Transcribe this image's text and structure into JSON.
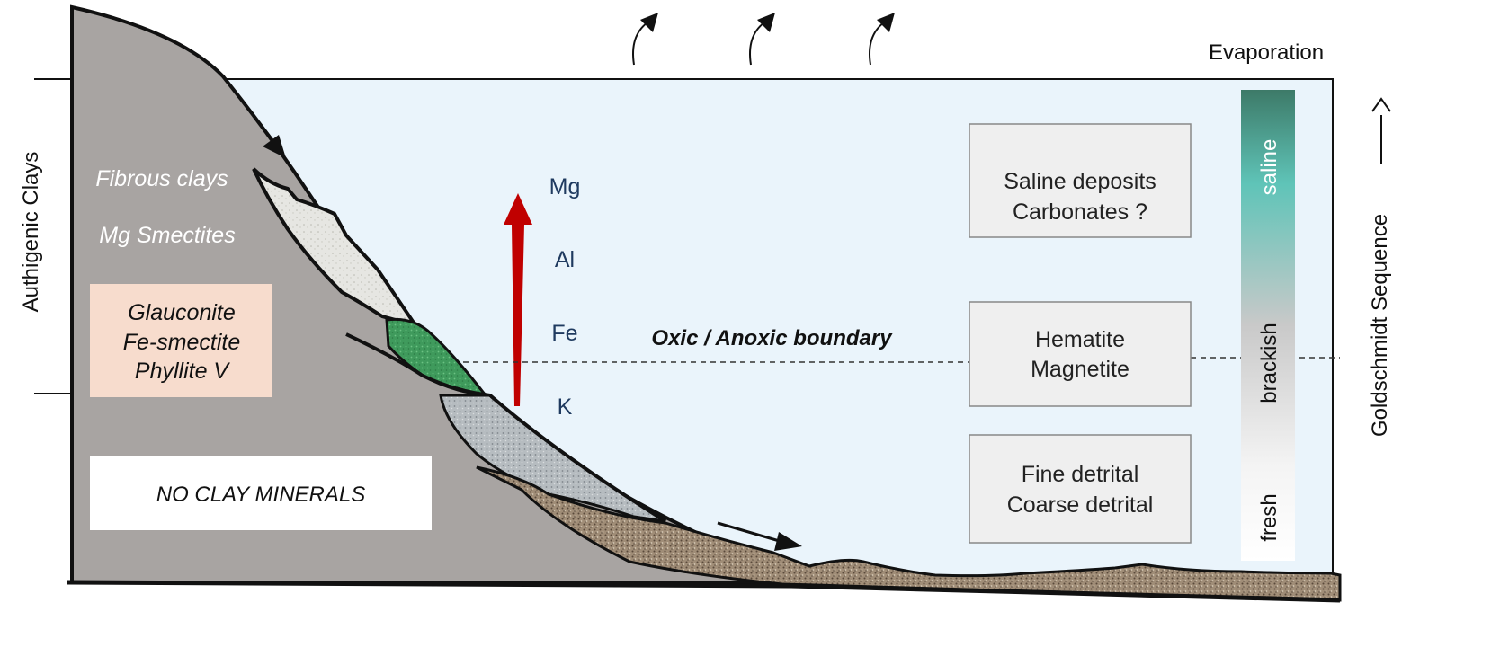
{
  "header": {
    "evaporation": "Evaporation"
  },
  "left_axis": {
    "label": "Authigenic Clays"
  },
  "right_axis": {
    "label": "Goldschmidt Sequence"
  },
  "clay_labels": {
    "fibrous": "Fibrous clays",
    "mg_smectites": "Mg Smectites",
    "glauconite_box": [
      "Glauconite",
      "Fe-smectite",
      "Phyllite V"
    ],
    "no_clay": "NO CLAY MINERALS"
  },
  "elements": [
    "Mg",
    "Al",
    "Fe",
    "K"
  ],
  "boundary": {
    "label": "Oxic / Anoxic boundary"
  },
  "deposit_boxes": [
    {
      "lines": [
        "Saline deposits",
        "Carbonates ?"
      ]
    },
    {
      "lines": [
        "Hematite",
        "Magnetite"
      ]
    },
    {
      "lines": [
        "Fine detrital",
        "Coarse detrital"
      ]
    }
  ],
  "salinity_bar": {
    "labels": [
      "saline",
      "brackish",
      "fresh"
    ],
    "colors": {
      "saline": "#3d7a68",
      "mid": "#5fc4b8",
      "brackish": "#c9c9c9",
      "fresh": "#ffffff"
    }
  },
  "colors": {
    "water": "#eaf4fb",
    "bedrock": "#a8a4a2",
    "glauconite_fill": "#f7dccd",
    "green_wedge": "#3f9a5c",
    "red_arrow": "#c00000",
    "deposit_box": "#efefef"
  }
}
